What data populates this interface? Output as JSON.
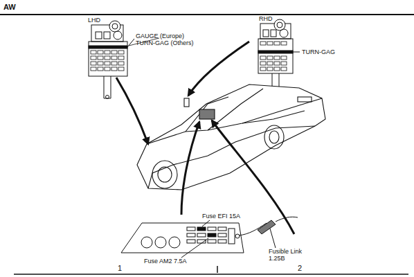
{
  "diagram": {
    "labels": [
      "AW",
      "LHD",
      "GAUGE (Europe)",
      "TURN-GAG (Others)",
      "RHD",
      "TURN-GAG",
      "Fuse EFI 15A",
      "Fuse AM2 7.5A",
      "Fusible Link 1.25B",
      "1",
      "2"
    ]
  }
}
